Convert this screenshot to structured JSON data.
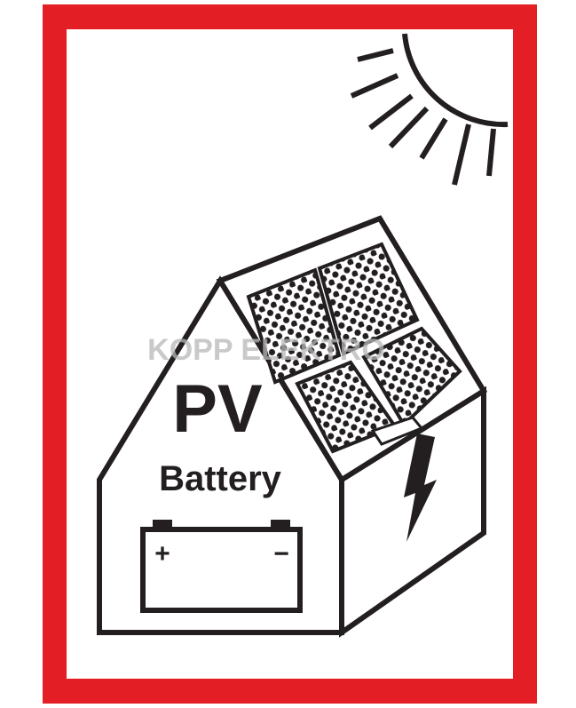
{
  "sign": {
    "title": "PV",
    "subtitle": "Battery",
    "battery_plus": "+",
    "battery_minus": "−",
    "watermark": "KOPP ELEKTRO"
  },
  "colors": {
    "frame": "#e31e24",
    "ink": "#231f20",
    "background": "#ffffff"
  },
  "icons": [
    "sun-icon",
    "solar-panel-icon",
    "house-icon",
    "lightning-bolt-icon",
    "battery-icon"
  ]
}
